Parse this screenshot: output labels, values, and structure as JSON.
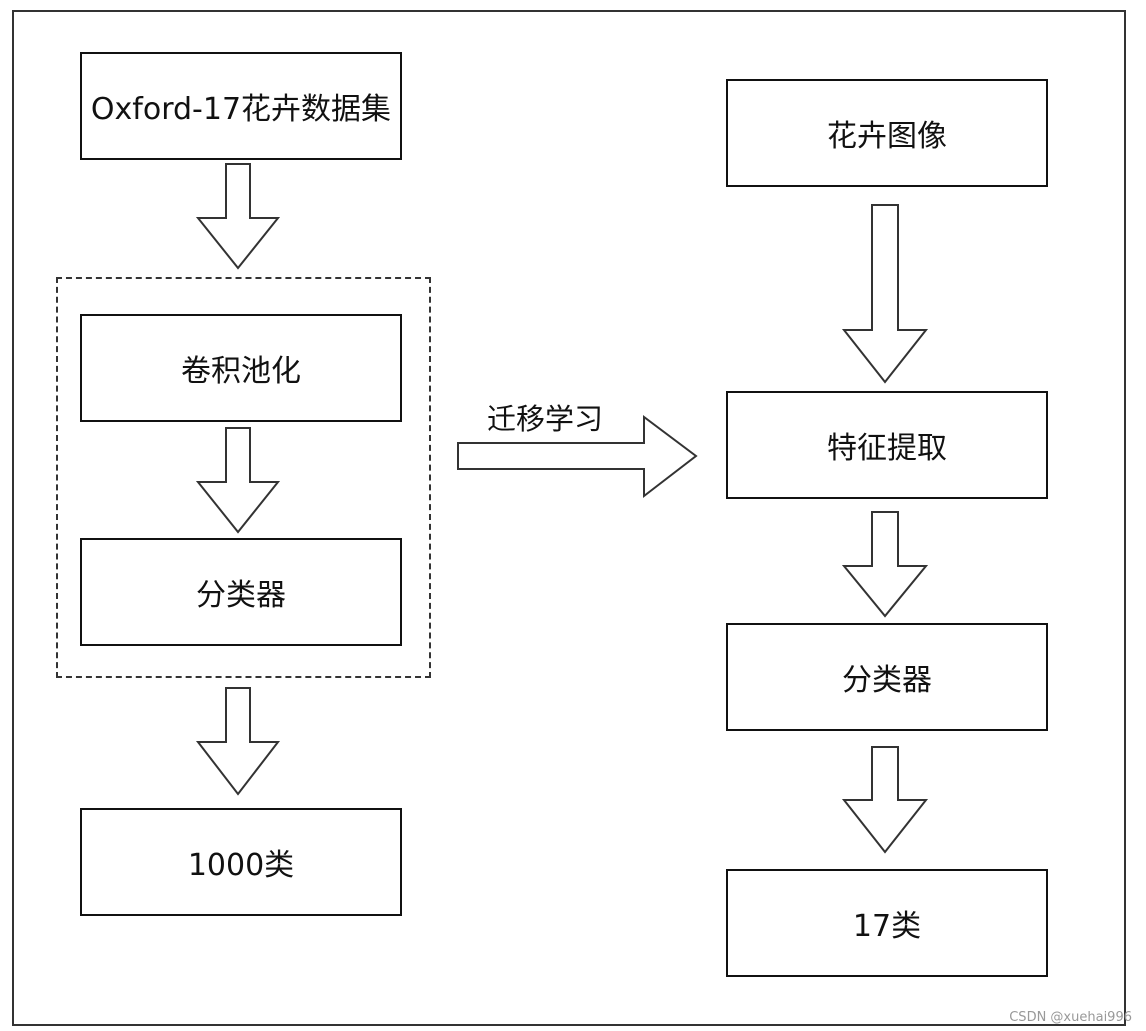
{
  "left_column": {
    "dataset": "Oxford-17花卉数据集",
    "conv_pool": "卷积池化",
    "classifier": "分类器",
    "output": "1000类"
  },
  "transfer_label": "迁移学习",
  "right_column": {
    "image": "花卉图像",
    "feature_extraction": "特征提取",
    "classifier": "分类器",
    "output": "17类"
  },
  "watermark": "CSDN @xuehai996"
}
